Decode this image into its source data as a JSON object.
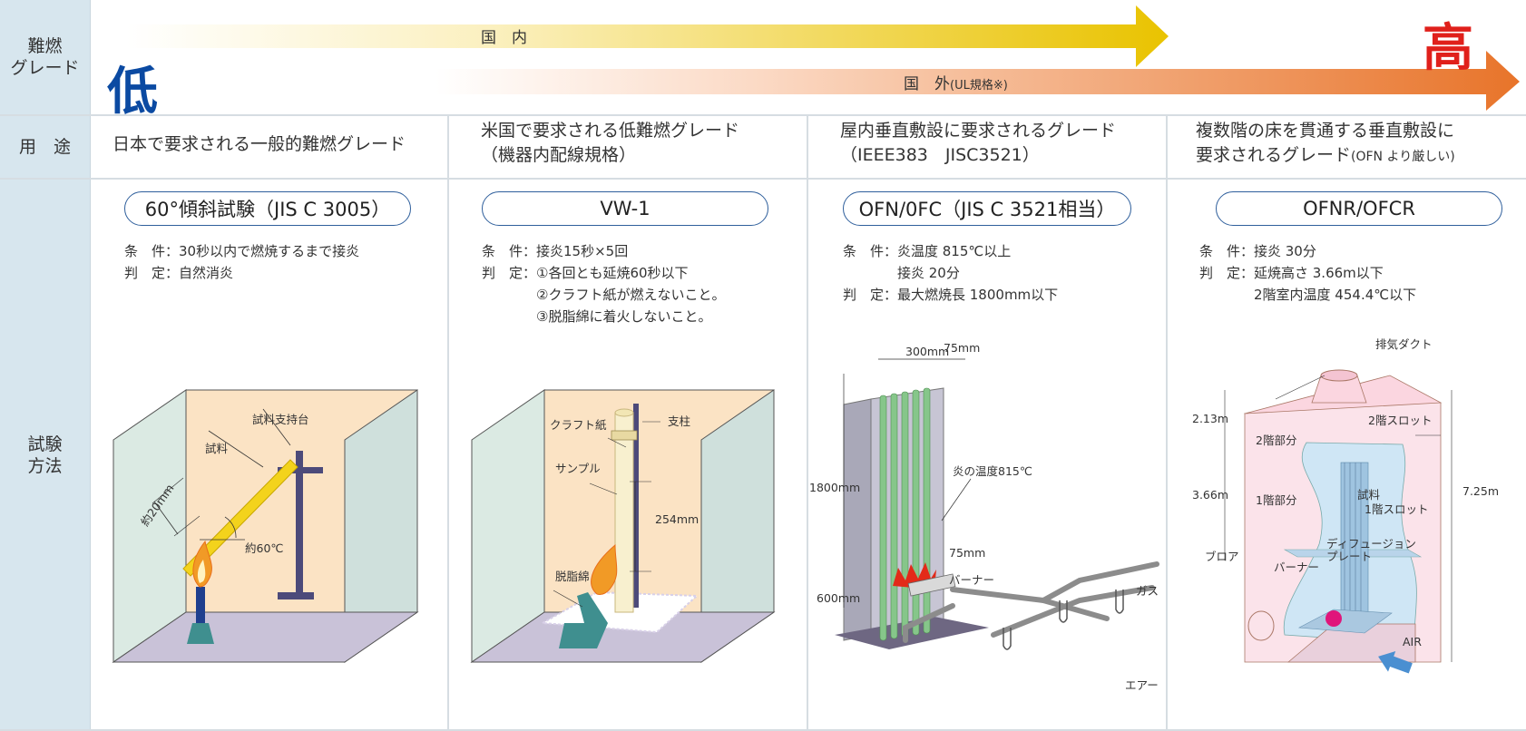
{
  "row_headers": {
    "grade": "難燃\nグレード",
    "usage": "用　途",
    "method": "試験\n方法"
  },
  "scale": {
    "low": "低",
    "high": "高",
    "domestic": "国　内",
    "overseas": "国　外",
    "overseas_note": "(UL規格※)"
  },
  "columns": [
    {
      "usage_line1": "日本で要求される一般的難燃グレード",
      "usage_line2": "",
      "usage_note": "",
      "test_name": "60°傾斜試験（JIS C 3005）",
      "conditions": "条　件：30秒以内で燃焼するまで接炎\n判　定：自然消炎",
      "labels": {
        "holder": "試料支持台",
        "sample": "試料",
        "len": "約20mm",
        "angle": "約60℃"
      }
    },
    {
      "usage_line1": "米国で要求される低難燃グレード",
      "usage_line2": "（機器内配線規格）",
      "usage_note": "",
      "test_name": "VW-1",
      "conditions": "条　件：接炎15秒×5回\n判　定：①各回とも延焼60秒以下\n　　　　②クラフト紙が燃えないこと。\n　　　　③脱脂綿に着火しないこと。",
      "labels": {
        "paper": "クラフト紙",
        "post": "支柱",
        "sample": "サンプル",
        "h": "254mm",
        "cotton": "脱脂綿"
      }
    },
    {
      "usage_line1": "屋内垂直敷設に要求されるグレード",
      "usage_line2": "（IEEE383　JISC3521）",
      "usage_note": "",
      "test_name": "OFN/0FC（JIS C 3521相当）",
      "conditions": "条　件：炎温度 815℃以上\n　　　　接炎 20分\n判　定：最大燃焼長 1800mm以下",
      "labels": {
        "w300": "300mm",
        "w75": "75mm",
        "h1800": "1800mm",
        "flame": "炎の温度815℃",
        "d75": "75mm",
        "burner": "バーナー",
        "h600": "600mm",
        "gas": "ガス",
        "air": "エアー"
      }
    },
    {
      "usage_line1": "複数階の床を貫通する垂直敷設に",
      "usage_line2": "要求されるグレード",
      "usage_note": "(OFN より厳しい)",
      "test_name": "OFNR/OFCR",
      "conditions": "条　件：接炎 30分\n判　定：延焼高さ 3.66m以下\n　　　　2階室内温度 454.4℃以下",
      "labels": {
        "duct": "排気ダクト",
        "h213": "2.13m",
        "slot2": "2階スロット",
        "floor2": "2階部分",
        "sample": "試料",
        "h366": "3.66m",
        "floor1": "1階部分",
        "slot1": "1階スロット",
        "h725": "7.25m",
        "diffuser": "ディフュージョン",
        "plate": "プレート",
        "blower": "ブロア",
        "burner": "バーナー",
        "air": "AIR"
      }
    }
  ],
  "colors": {
    "header_bg": "#d7e6ee",
    "low": "#0b4aa2",
    "high": "#e0201b",
    "domestic_arrow": "#e9c300",
    "overseas_arrow": "#e8742a",
    "pill_border": "#2f5f9c"
  }
}
